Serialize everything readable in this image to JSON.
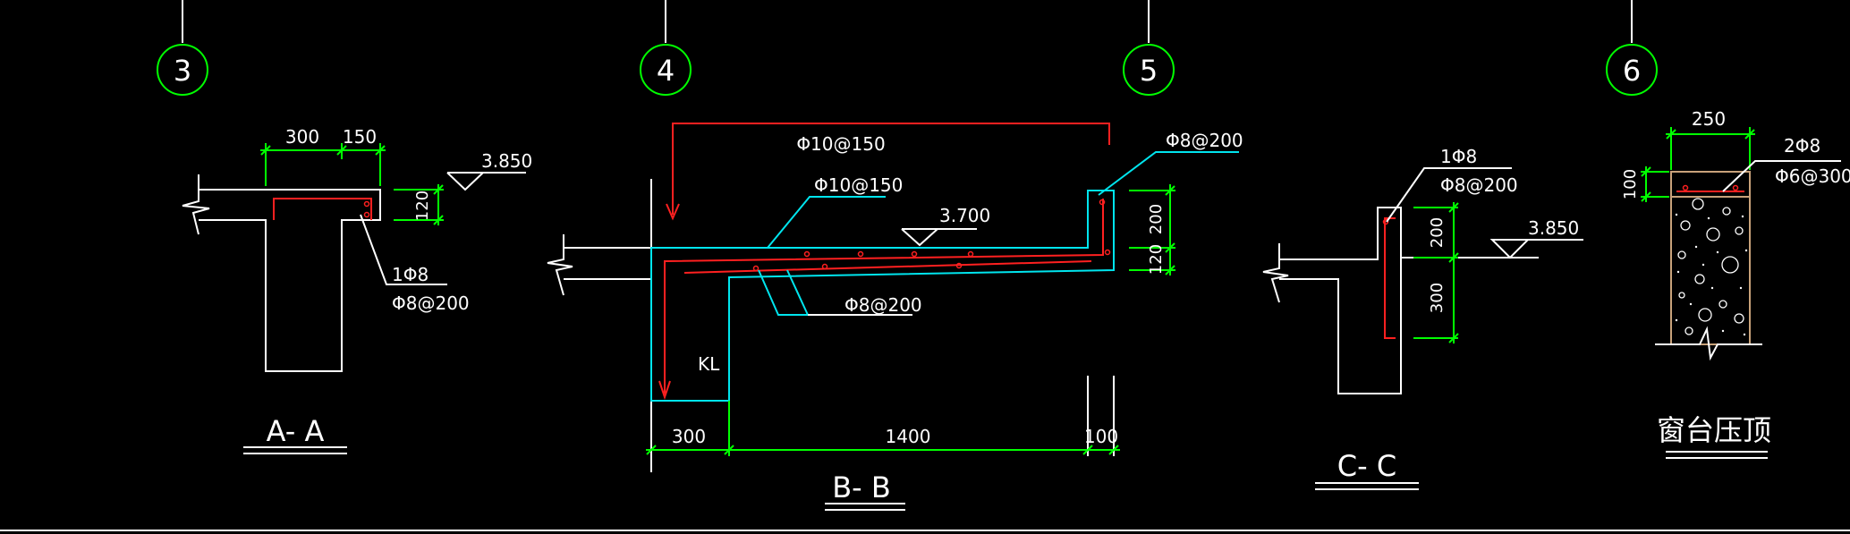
{
  "axes": [
    {
      "id": "axis-3",
      "label": "3"
    },
    {
      "id": "axis-4",
      "label": "4"
    },
    {
      "id": "axis-5",
      "label": "5"
    },
    {
      "id": "axis-6",
      "label": "6"
    }
  ],
  "section_aa": {
    "title": "A- A",
    "dim_left": "300",
    "dim_right": "150",
    "dim_height": "120",
    "elevation": "3.850",
    "rebar_main": "1Φ8",
    "rebar_stirrup": "Φ8@200"
  },
  "section_bb": {
    "title": "B- B",
    "top_rebar": "Φ10@150",
    "mid_rebar": "Φ10@150",
    "right_rebar": "Φ8@200",
    "bottom_rebar": "Φ8@200",
    "elevation": "3.700",
    "beam_label": "KL",
    "dim_300": "300",
    "dim_1400": "1400",
    "dim_100": "100",
    "dim_200": "200",
    "dim_120": "120"
  },
  "section_cc": {
    "title": "C- C",
    "rebar_main": "1Φ8",
    "rebar_stirrup": "Φ8@200",
    "elevation": "3.850",
    "dim_200": "200",
    "dim_300": "300"
  },
  "window_sill": {
    "title": "窗台压顶",
    "dim_width": "250",
    "dim_height": "100",
    "rebar_main": "2Φ8",
    "rebar_stirrup": "Φ6@300"
  },
  "colors": {
    "background": "#000000",
    "outline": "#ffffff",
    "dimension": "#00ff00",
    "rebar": "#ff2020",
    "leader": "#00e5ee"
  }
}
